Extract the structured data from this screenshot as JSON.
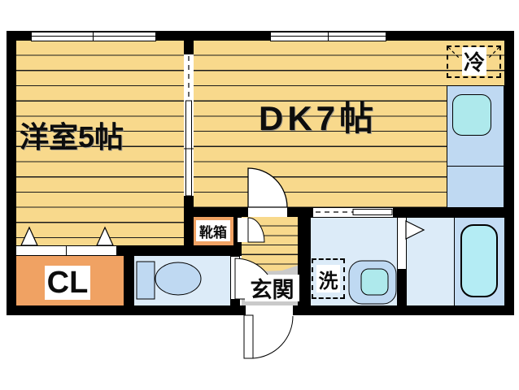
{
  "plan": {
    "type": "apartment-floor-plan",
    "labels": {
      "western_room": "洋室5帖",
      "dining_kitchen": "DK7帖",
      "closet": "CL",
      "entrance": "玄関",
      "shoe_box": "靴箱",
      "washer": "洗",
      "refrigerator": "冷"
    },
    "rooms": [
      {
        "name": "western-room",
        "label": "洋室5帖",
        "floor": "wood"
      },
      {
        "name": "dining-kitchen",
        "label": "DK7帖",
        "floor": "wood"
      },
      {
        "name": "closet",
        "label": "CL",
        "floor": "orange"
      },
      {
        "name": "shoe-box",
        "label": "靴箱",
        "floor": "orange"
      },
      {
        "name": "entrance",
        "label": "玄関",
        "floor": "gray"
      },
      {
        "name": "toilet",
        "label": "",
        "floor": "wet"
      },
      {
        "name": "washroom",
        "label": "洗",
        "floor": "wet"
      },
      {
        "name": "bathroom",
        "label": "",
        "floor": "wet"
      }
    ],
    "fixtures": [
      "kitchen-counter",
      "kitchen-sink",
      "refrigerator-space",
      "bathtub",
      "wash-basin",
      "washing-machine-pan",
      "toilet-bowl",
      "toilet-tank"
    ],
    "colors": {
      "wood_floor": "#F8D98C",
      "floor_stripe": "#1A1A1A",
      "storage_orange": "#F0A263",
      "wet_room_floor": "#DCEBF8",
      "fixture_blue": "#BFD9F2",
      "fixture_cyan": "#AEE9EC",
      "tub_fill": "#B4ECF4",
      "tub_deck": "#C3DCF4",
      "entrance_gray": "#CACACA",
      "wall": "#000000"
    }
  }
}
